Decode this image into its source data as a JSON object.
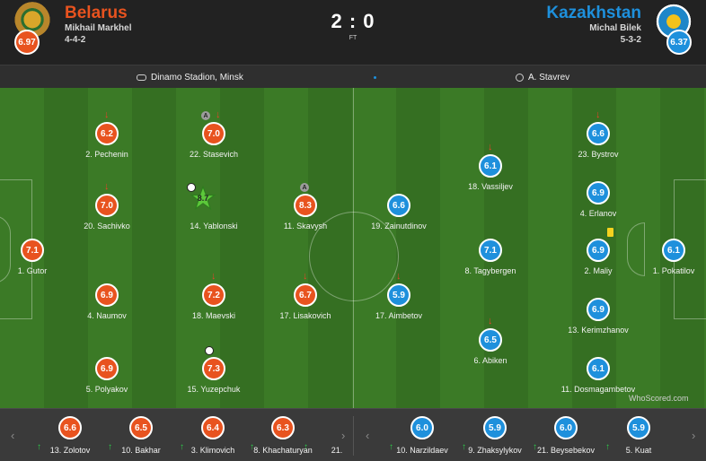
{
  "match": {
    "home": {
      "name": "Belarus",
      "coach": "Mikhail Markhel",
      "formation": "4-4-2",
      "rating": "6.97"
    },
    "away": {
      "name": "Kazakhstan",
      "coach": "Michal Bilek",
      "formation": "5-3-2",
      "rating": "6.37"
    },
    "score": "2 : 0",
    "status": "FT"
  },
  "venue_bar": {
    "stadium": "Dinamo Stadion, Minsk",
    "referee": "A. Stavrev"
  },
  "watermark": "WhoScored.com",
  "colors": {
    "home": "#e8531f",
    "away": "#1e90dc",
    "sub_off": "#e8412b",
    "sub_on": "#2ec84a",
    "card": "#f5d21f"
  },
  "home_players": [
    {
      "name": "2. Pechenin",
      "rating": "6.2",
      "events": [
        "sub-off"
      ]
    },
    {
      "name": "22. Stasevich",
      "rating": "7.0",
      "events": [
        "assist",
        "sub-off"
      ]
    },
    {
      "name": "20. Sachivko",
      "rating": "7.0",
      "events": [
        "sub-off"
      ]
    },
    {
      "name": "14. Yablonski",
      "rating": "8.7",
      "events": [
        "goal",
        "man-of-the-match"
      ]
    },
    {
      "name": "11. Skavysh",
      "rating": "8.3",
      "events": [
        "assist"
      ]
    },
    {
      "name": "1. Gutor",
      "rating": "7.1",
      "events": []
    },
    {
      "name": "4. Naumov",
      "rating": "6.9",
      "events": []
    },
    {
      "name": "18. Maevski",
      "rating": "7.2",
      "events": [
        "sub-off"
      ]
    },
    {
      "name": "17. Lisakovich",
      "rating": "6.7",
      "events": [
        "sub-off"
      ]
    },
    {
      "name": "5. Polyakov",
      "rating": "6.9",
      "events": []
    },
    {
      "name": "15. Yuzepchuk",
      "rating": "7.3",
      "events": [
        "goal"
      ]
    }
  ],
  "away_players": [
    {
      "name": "23. Bystrov",
      "rating": "6.6",
      "events": [
        "sub-off"
      ]
    },
    {
      "name": "18. Vassiljev",
      "rating": "6.1",
      "events": [
        "sub-off"
      ]
    },
    {
      "name": "4. Erlanov",
      "rating": "6.9",
      "events": []
    },
    {
      "name": "19. Zainutdinov",
      "rating": "6.6",
      "events": []
    },
    {
      "name": "8. Tagybergen",
      "rating": "7.1",
      "events": []
    },
    {
      "name": "2. Maliy",
      "rating": "6.9",
      "events": [
        "yellow-card"
      ]
    },
    {
      "name": "1. Pokatilov",
      "rating": "6.1",
      "events": []
    },
    {
      "name": "17. Aimbetov",
      "rating": "5.9",
      "events": [
        "sub-off"
      ]
    },
    {
      "name": "13. Kerimzhanov",
      "rating": "6.9",
      "events": []
    },
    {
      "name": "6. Abiken",
      "rating": "6.5",
      "events": [
        "sub-off"
      ]
    },
    {
      "name": "11. Dosmagambetov",
      "rating": "6.1",
      "events": []
    }
  ],
  "home_subs": [
    {
      "name": "13. Zolotov",
      "rating": "6.6"
    },
    {
      "name": "10. Bakhar",
      "rating": "6.5"
    },
    {
      "name": "3. Klimovich",
      "rating": "6.4"
    },
    {
      "name": "8. Khachaturyan",
      "rating": "6.3"
    },
    {
      "name": "21.",
      "rating": ""
    }
  ],
  "away_subs": [
    {
      "name": "10. Narzildaev",
      "rating": "6.0"
    },
    {
      "name": "9. Zhaksylykov",
      "rating": "5.9"
    },
    {
      "name": "21. Beysebekov",
      "rating": "6.0"
    },
    {
      "name": "5. Kuat",
      "rating": "5.9"
    }
  ],
  "icons": {
    "prev": "chevron-left-icon",
    "next": "chevron-right-icon",
    "venue": "stadium-icon",
    "referee": "whistle-icon"
  }
}
